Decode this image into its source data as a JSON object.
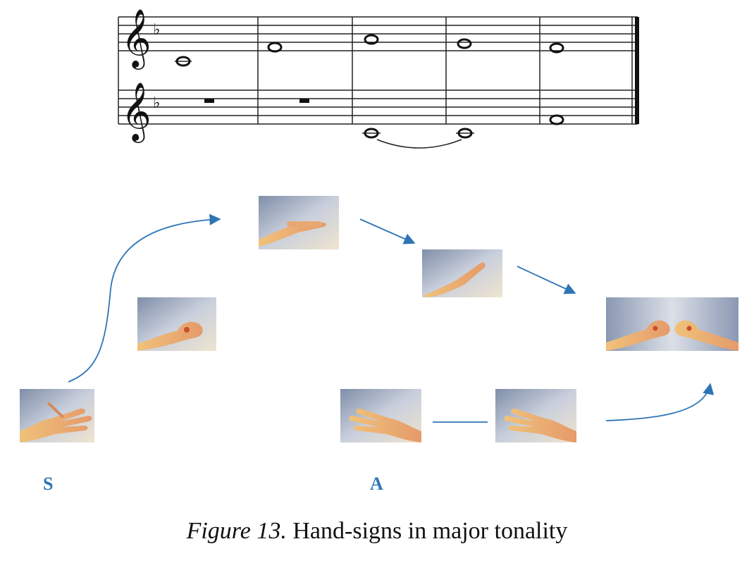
{
  "figure": {
    "caption_italic": "Figure 13.",
    "caption_text": " Hand-signs in major tonality"
  },
  "score": {
    "clef": "treble",
    "key_signature": "F major (one flat)",
    "measures": 5,
    "upper_staff": [
      "C4 whole",
      "F4 whole",
      "A4 whole",
      "G4 whole",
      "F4 whole"
    ],
    "lower_staff": [
      "whole rest",
      "whole rest",
      "C4 whole (tied)",
      "C4 whole",
      "F4 whole"
    ]
  },
  "voices": {
    "soprano_label": "S",
    "alto_label": "A"
  },
  "hand_signs": [
    {
      "name": "open-palm-hand-sign",
      "level": "low"
    },
    {
      "name": "fist-hand-sign",
      "level": "mid"
    },
    {
      "name": "flat-palm-down-hand-sign",
      "level": "high"
    },
    {
      "name": "angled-palm-hand-sign",
      "level": "upper-mid"
    },
    {
      "name": "two-fists-hand-sign",
      "level": "mid"
    },
    {
      "name": "open-palm-hand-sign",
      "level": "low"
    },
    {
      "name": "open-palm-hand-sign",
      "level": "low"
    }
  ],
  "colors": {
    "arrow": "#2e75b6",
    "label": "#2e75b6",
    "skin": "#e8b07a",
    "photo_bg": "#b9c3d6"
  }
}
